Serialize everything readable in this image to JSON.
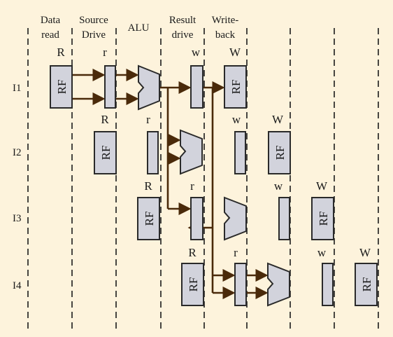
{
  "headers": [
    {
      "lines": [
        "Data",
        "read"
      ]
    },
    {
      "lines": [
        "Source",
        "Drive"
      ]
    },
    {
      "lines": [
        "ALU"
      ]
    },
    {
      "lines": [
        "Result",
        "drive"
      ]
    },
    {
      "lines": [
        "Write-",
        "back"
      ]
    }
  ],
  "rows": [
    "I1",
    "I2",
    "I3",
    "I4"
  ],
  "register_file_label": "RF",
  "stage_marks": [
    "R",
    "r",
    "w",
    "W"
  ],
  "colors": {
    "background": "#fdf3dc",
    "block_fill": "#d2d3dc",
    "wire": "#4a2a0a"
  }
}
